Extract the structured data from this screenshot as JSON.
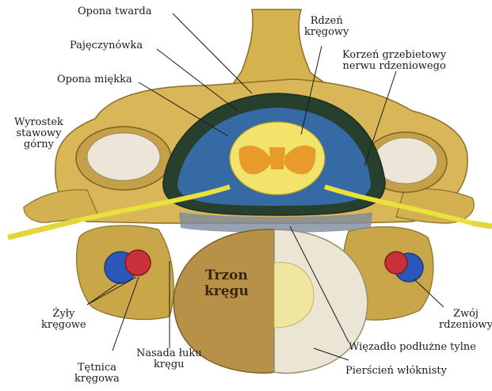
{
  "labels": {
    "opona_twarda": "Opona twarda",
    "rdzen": [
      "Rdzeń",
      "kręgowy"
    ],
    "pajeczynowka": "Pajęczynówka",
    "korzen": [
      "Korzeń grzebietowy",
      "nerwu rdzeniowego"
    ],
    "opona_miekka": "Opona miękka",
    "wyrostek": [
      "Wyrostek",
      "stawowy",
      "górny"
    ],
    "trzon": [
      "Trzon",
      "kręgu"
    ],
    "zyly": [
      "Żyły",
      "kręgowe"
    ],
    "zwoj": [
      "Zwój",
      "rdzeniowy"
    ],
    "nasada": [
      "Nasada łuku",
      "kręgu"
    ],
    "wiezadlo": "Więzadło podłużne tylne",
    "tetnica": [
      "Tętnica",
      "kręgowa"
    ],
    "pierscien": "Pierścień włóknisty"
  },
  "colors": {
    "bone": "#d9b758",
    "bone_shadow": "#a88a36",
    "dura": "#26402e",
    "csf_blue": "#3a72b8",
    "cord": "#f2e46a",
    "grey_matter": "#e89a2a",
    "nerve": "#e9e23a",
    "disc": "#eae5d4",
    "nucleus": "#f1e6a0",
    "body": "#b89148",
    "artery": "#c8303a",
    "vein": "#2b58b8"
  }
}
